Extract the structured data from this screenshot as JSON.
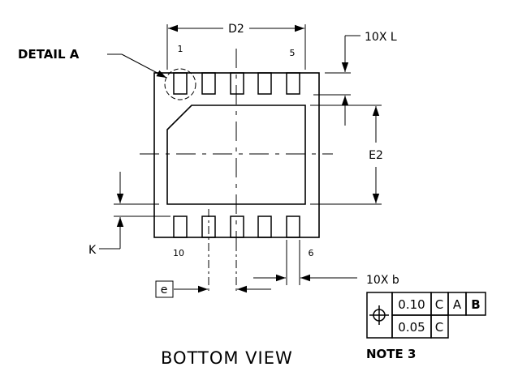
{
  "view_title": "BOTTOM VIEW",
  "note": "NOTE 3",
  "labels": {
    "detail": "DETAIL A",
    "dim_d2": "D2",
    "dim_e2": "E2",
    "dim_k": "K",
    "dim_l": "10X L",
    "dim_b": "10X b",
    "dim_e": "e",
    "pin_1": "1",
    "pin_5": "5",
    "pin_6": "6",
    "pin_10": "10"
  },
  "tolerance_frame": {
    "symbol": "position-symbol",
    "row1": {
      "tolerance": "0.10",
      "datums": [
        "C",
        "A",
        "B"
      ]
    },
    "row2": {
      "tolerance": "0.05",
      "datums": [
        "C"
      ]
    }
  }
}
